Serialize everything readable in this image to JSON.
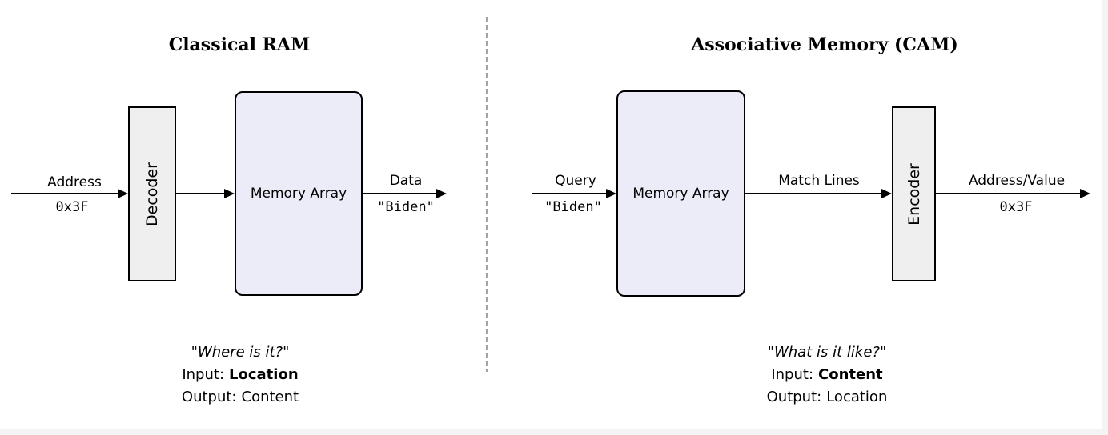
{
  "left": {
    "title": "Classical RAM",
    "input": {
      "top_label": "Address",
      "bottom_label": "0x3F"
    },
    "decoder_label": "Decoder",
    "memory_label": "Memory Array",
    "output": {
      "top_label": "Data",
      "bottom_label": "\"Biden\""
    },
    "caption": {
      "quote": "\"Where is it?\"",
      "input_key": "Input:",
      "input_value": "Location",
      "output_key": "Output:",
      "output_value": "Content"
    }
  },
  "right": {
    "title": "Associative Memory (CAM)",
    "input": {
      "top_label": "Query",
      "bottom_label": "\"Biden\""
    },
    "memory_label": "Memory Array",
    "match_label": "Match Lines",
    "encoder_label": "Encoder",
    "output": {
      "top_label": "Address/Value",
      "bottom_label": "0x3F"
    },
    "caption": {
      "quote": "\"What is it like?\"",
      "input_key": "Input:",
      "input_value": "Content",
      "output_key": "Output:",
      "output_value": "Location"
    }
  },
  "colors": {
    "memory_fill": "#ececf9",
    "coder_fill": "#efefef",
    "line": "#000000",
    "divider": "#a3a3a3",
    "edge_strip": "#f4f4f5"
  }
}
